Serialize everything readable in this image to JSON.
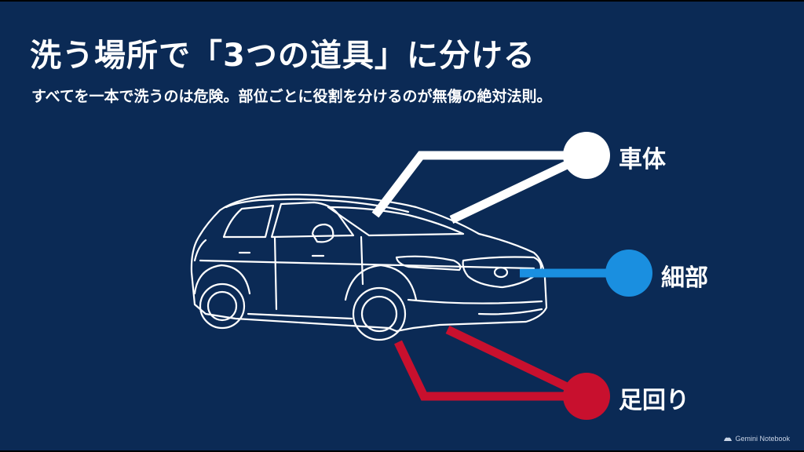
{
  "title": "洗う場所で「3つの道具」に分ける",
  "subtitle": "すべてを一本で洗うのは危険。部位ごとに役割を分けるのが無傷の絶対法則。",
  "labels": {
    "body": "車体",
    "detail": "細部",
    "underbody": "足回り"
  },
  "colors": {
    "background": "#0b2a55",
    "body": "#ffffff",
    "detail": "#1a8fe0",
    "underbody": "#c8102e"
  },
  "watermark": "Gemini Notebook"
}
